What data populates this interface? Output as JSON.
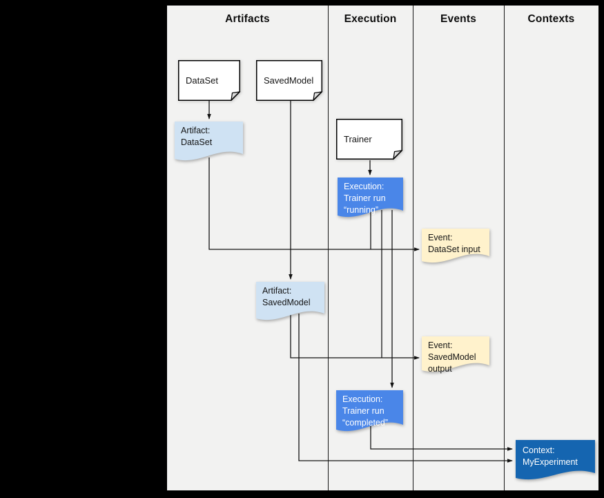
{
  "diagram": {
    "columns": {
      "artifacts": "Artifacts",
      "execution": "Execution",
      "events": "Events",
      "contexts": "Contexts"
    },
    "nodes": {
      "dataset": {
        "label": "DataSet"
      },
      "savedmodel": {
        "label": "SavedModel"
      },
      "trainer": {
        "label": "Trainer"
      },
      "artifact_dataset": {
        "label": "Artifact:\nDataSet"
      },
      "execution_running": {
        "label": "Execution:\nTrainer run\n“running”"
      },
      "event_dataset_input": {
        "label": "Event:\nDataSet input"
      },
      "artifact_savedmodel": {
        "label": "Artifact:\nSavedModel"
      },
      "event_savedmodel_output": {
        "label": "Event:\nSavedModel\noutput"
      },
      "execution_completed": {
        "label": "Execution:\nTrainer run\n“completed”"
      },
      "context_myexperiment": {
        "label": "Context:\nMyExperiment"
      }
    },
    "edges": [
      {
        "from": "dataset",
        "to": "artifact_dataset"
      },
      {
        "from": "trainer",
        "to": "execution_running"
      },
      {
        "from": "savedmodel",
        "to": "artifact_savedmodel"
      },
      {
        "from": "artifact_dataset",
        "to": "event_dataset_input"
      },
      {
        "from": "execution_running",
        "to": "event_dataset_input"
      },
      {
        "from": "artifact_savedmodel",
        "to": "event_savedmodel_output"
      },
      {
        "from": "execution_running",
        "to": "event_savedmodel_output"
      },
      {
        "from": "execution_running",
        "to": "execution_completed"
      },
      {
        "from": "execution_completed",
        "to": "context_myexperiment"
      },
      {
        "from": "artifact_savedmodel",
        "to": "context_myexperiment"
      }
    ]
  },
  "colors": {
    "page_bg": "#000000",
    "diagram_bg": "#f2f2f1",
    "line": "#161616",
    "document_fill": "#ffffff",
    "artifact_fill": "#cfe2f3",
    "execution_fill": "#4a86e8",
    "event_fill": "#fff2cc",
    "context_fill": "#1565b0"
  }
}
